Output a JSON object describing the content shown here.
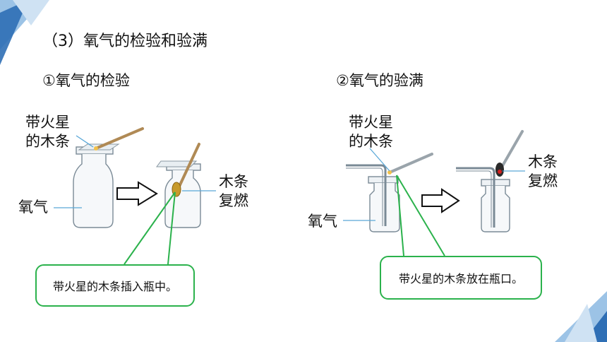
{
  "title": "（3）氧气的检验和验满",
  "left": {
    "heading": "①氧气的检验",
    "stick_label_1": "带火星",
    "stick_label_2": "的木条",
    "gas_label": "氧气",
    "result_label_1": "木条",
    "result_label_2": "复燃",
    "callout": "带火星的木条插入瓶中。"
  },
  "right": {
    "heading": "②氧气的验满",
    "stick_label_1": "带火星",
    "stick_label_2": "的木条",
    "gas_label": "氧气",
    "result_label_1": "木条",
    "result_label_2": "复燃",
    "callout": "带火星的木条放在瓶口。"
  },
  "colors": {
    "accent_blue": "#2f6fb5",
    "light_blue": "#9cc3e6",
    "callout_green": "#2bb24c",
    "leader_line": "#5aa8d8",
    "flame": "#b07a1a"
  }
}
